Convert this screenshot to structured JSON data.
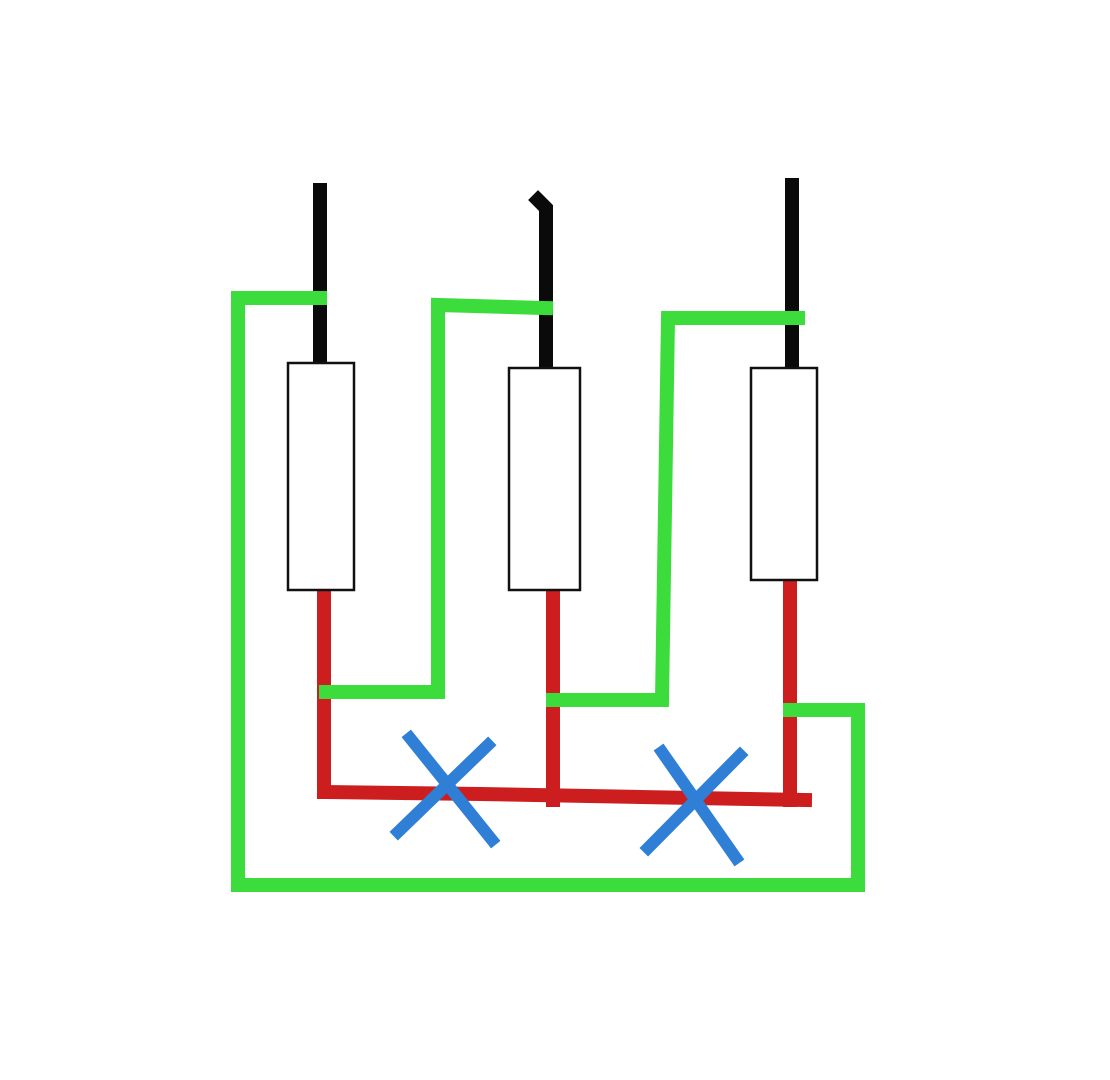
{
  "colors": {
    "background": "#ffffff",
    "lead_wire": "#0a0a0a",
    "bridge_wire": "#3ddc3d",
    "common_wire": "#cc1e1e",
    "cut_mark": "#2f7fd6",
    "component_outline": "#111111",
    "component_fill": "#ffffff"
  },
  "components": [
    {
      "id": "component-1",
      "kind": "resistor"
    },
    {
      "id": "component-2",
      "kind": "resistor"
    },
    {
      "id": "component-3",
      "kind": "resistor"
    }
  ],
  "cut_marks": [
    {
      "id": "cut-1",
      "between": [
        "component-1",
        "component-2"
      ]
    },
    {
      "id": "cut-2",
      "between": [
        "component-2",
        "component-3"
      ]
    }
  ]
}
